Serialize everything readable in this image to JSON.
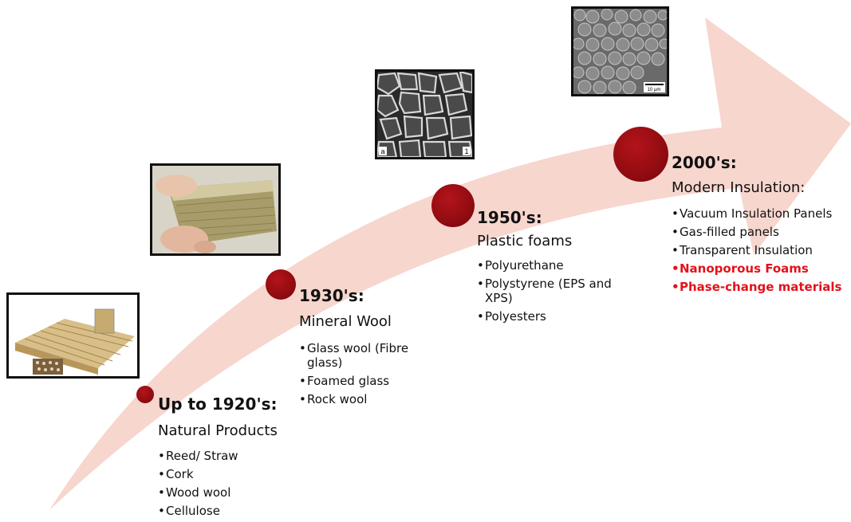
{
  "eras": [
    {
      "year": "Up to 1920's:",
      "subtitle": "Natural Products",
      "items": [
        {
          "text": "Reed/ Straw",
          "highlight": false
        },
        {
          "text": "Cork",
          "highlight": false
        },
        {
          "text": "Wood wool",
          "highlight": false
        },
        {
          "text": "Cellulose",
          "highlight": false
        }
      ],
      "image": "thatch-reed-photo"
    },
    {
      "year": "1930's:",
      "subtitle": "Mineral Wool",
      "items": [
        {
          "text": "Glass wool (Fibre glass)",
          "highlight": false
        },
        {
          "text": "Foamed glass",
          "highlight": false
        },
        {
          "text": "Rock wool",
          "highlight": false
        }
      ],
      "image": "mineral-wool-photo"
    },
    {
      "year": "1950's:",
      "subtitle": "Plastic foams",
      "items": [
        {
          "text": "Polyurethane",
          "highlight": false
        },
        {
          "text": "Polystyrene (EPS and XPS)",
          "highlight": false
        },
        {
          "text": "Polyesters",
          "highlight": false
        }
      ],
      "image": "foam-micrograph",
      "image_labels": {
        "left": "a",
        "right": "1"
      }
    },
    {
      "year": "2000's:",
      "subtitle": "Modern Insulation:",
      "items": [
        {
          "text": "Vacuum Insulation Panels",
          "highlight": false
        },
        {
          "text": "Gas-filled panels",
          "highlight": false
        },
        {
          "text": "Transparent Insulation",
          "highlight": false
        },
        {
          "text": "Nanoporous Foams",
          "highlight": true
        },
        {
          "text": "Phase-change materials",
          "highlight": true
        }
      ],
      "image": "nanoporous-micrograph",
      "image_labels": {
        "scale": "10 µm"
      }
    }
  ],
  "colors": {
    "arrow": "#f6d2c9",
    "dot": "#8e0b10",
    "highlight": "#e3121b"
  }
}
